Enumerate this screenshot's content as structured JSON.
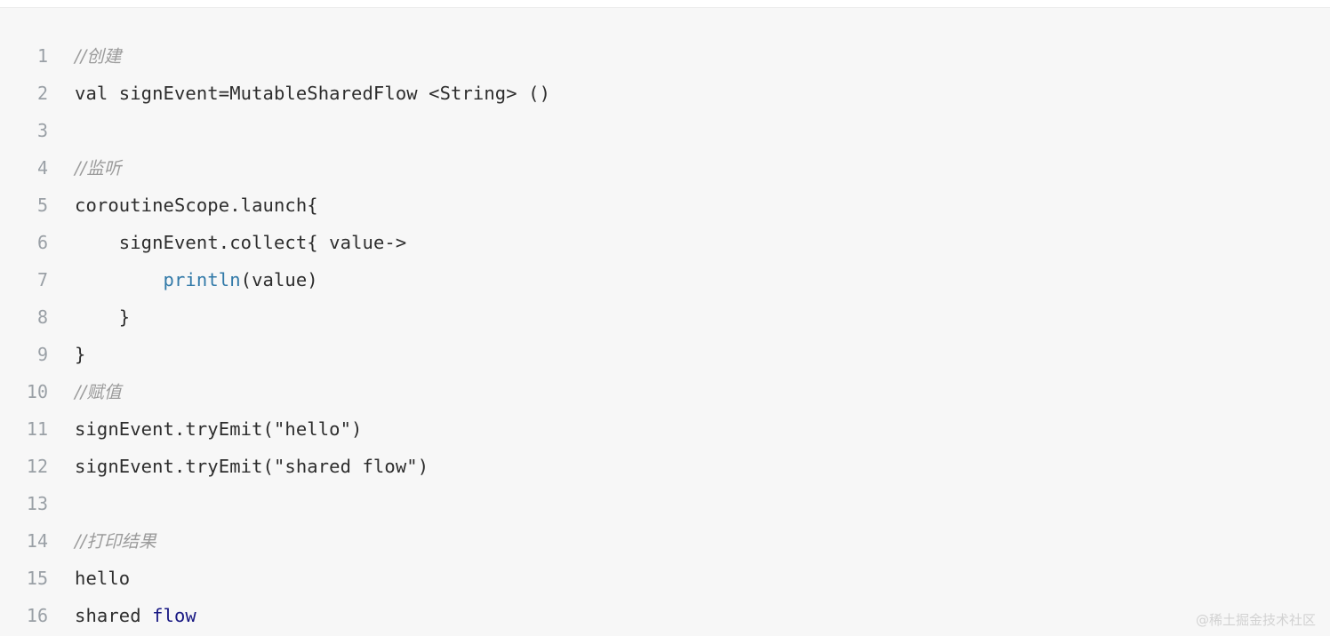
{
  "code_block": {
    "language": "kotlin",
    "background_color": "#f7f7f7",
    "text_color": "#2d2d2d",
    "comment_color": "#9b9b9b",
    "line_number_color": "#9aa0a6",
    "function_color": "#3179a8",
    "navy_color": "#181883",
    "lines": [
      {
        "number": "1",
        "indent": "",
        "pre": "",
        "comment": "//创建",
        "fn": "",
        "post": "",
        "navy": "",
        "tail": ""
      },
      {
        "number": "2",
        "indent": "",
        "pre": "val signEvent=MutableSharedFlow <String> ()",
        "comment": "",
        "fn": "",
        "post": "",
        "navy": "",
        "tail": ""
      },
      {
        "number": "3",
        "indent": "",
        "pre": "",
        "comment": "",
        "fn": "",
        "post": "",
        "navy": "",
        "tail": ""
      },
      {
        "number": "4",
        "indent": "",
        "pre": "",
        "comment": "//监听",
        "fn": "",
        "post": "",
        "navy": "",
        "tail": ""
      },
      {
        "number": "5",
        "indent": "",
        "pre": "coroutineScope.launch{",
        "comment": "",
        "fn": "",
        "post": "",
        "navy": "",
        "tail": ""
      },
      {
        "number": "6",
        "indent": "    ",
        "pre": "signEvent.collect{ value->",
        "comment": "",
        "fn": "",
        "post": "",
        "navy": "",
        "tail": ""
      },
      {
        "number": "7",
        "indent": "        ",
        "pre": "",
        "comment": "",
        "fn": "println",
        "post": "(value)",
        "navy": "",
        "tail": ""
      },
      {
        "number": "8",
        "indent": "    ",
        "pre": "}",
        "comment": "",
        "fn": "",
        "post": "",
        "navy": "",
        "tail": ""
      },
      {
        "number": "9",
        "indent": "",
        "pre": "}",
        "comment": "",
        "fn": "",
        "post": "",
        "navy": "",
        "tail": ""
      },
      {
        "number": "10",
        "indent": "",
        "pre": "",
        "comment": "//赋值",
        "fn": "",
        "post": "",
        "navy": "",
        "tail": ""
      },
      {
        "number": "11",
        "indent": "",
        "pre": "signEvent.tryEmit(\"hello\")",
        "comment": "",
        "fn": "",
        "post": "",
        "navy": "",
        "tail": ""
      },
      {
        "number": "12",
        "indent": "",
        "pre": "signEvent.tryEmit(\"shared flow\")",
        "comment": "",
        "fn": "",
        "post": "",
        "navy": "",
        "tail": ""
      },
      {
        "number": "13",
        "indent": "",
        "pre": "",
        "comment": "",
        "fn": "",
        "post": "",
        "navy": "",
        "tail": ""
      },
      {
        "number": "14",
        "indent": "",
        "pre": "",
        "comment": "//打印结果",
        "fn": "",
        "post": "",
        "navy": "",
        "tail": ""
      },
      {
        "number": "15",
        "indent": "",
        "pre": "hello",
        "comment": "",
        "fn": "",
        "post": "",
        "navy": "",
        "tail": ""
      },
      {
        "number": "16",
        "indent": "",
        "pre": "shared ",
        "comment": "",
        "fn": "",
        "post": "",
        "navy": "flow",
        "tail": ""
      }
    ]
  },
  "watermark": {
    "text": "@稀土掘金技术社区"
  }
}
